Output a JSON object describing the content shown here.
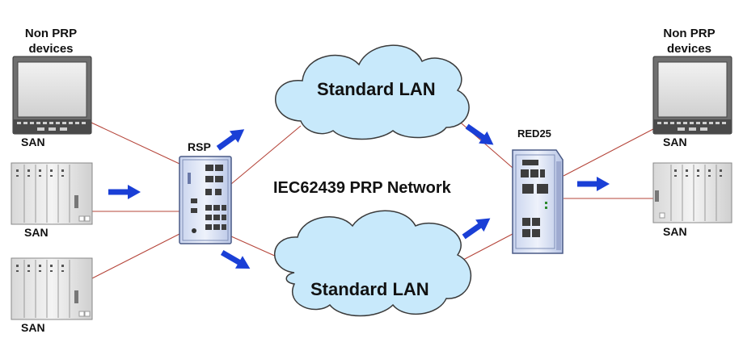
{
  "labels": {
    "non_prp_left": "Non PRP\ndevices",
    "non_prp_right": "Non PRP\ndevices",
    "san_left_1": "SAN",
    "san_left_2": "SAN",
    "san_left_3": "SAN",
    "san_right_1": "SAN",
    "san_right_2": "SAN",
    "rsp": "RSP",
    "red25": "RED25",
    "cloud_top": "Standard LAN",
    "cloud_bottom": "Standard LAN",
    "network": "IEC62439 PRP Network"
  },
  "colors": {
    "link": "#b5453a",
    "arrow": "#1a3fd6",
    "cloud_fill": "#c8e9fb",
    "cloud_stroke": "#3a3a3a",
    "device_light": "#e4e4e4",
    "device_dark": "#6b6b6b"
  },
  "icons": {
    "monitor": "monitor-icon",
    "plc": "plc-rack-icon",
    "switch": "switch-icon",
    "cloud": "cloud-icon",
    "arrow": "arrow-icon"
  }
}
